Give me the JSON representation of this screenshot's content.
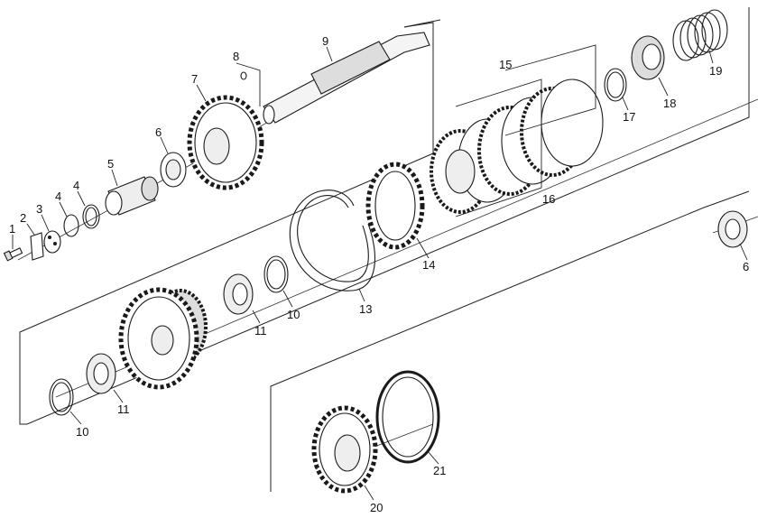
{
  "callouts": {
    "c1": "1",
    "c2": "2",
    "c3": "3",
    "c4a": "4",
    "c4b": "4",
    "c5": "5",
    "c6a": "6",
    "c6b": "6",
    "c7": "7",
    "c8": "8",
    "c9": "9",
    "c10a": "10",
    "c10b": "10",
    "c11a": "11",
    "c11b": "11",
    "c13": "13",
    "c14": "14",
    "c15": "15",
    "c16": "16",
    "c17": "17",
    "c18": "18",
    "c19": "19",
    "c20": "20",
    "c21": "21"
  },
  "colors": {
    "line": "#1a1a1a",
    "fill": "#ffffff",
    "shade": "#d8d8d8"
  }
}
